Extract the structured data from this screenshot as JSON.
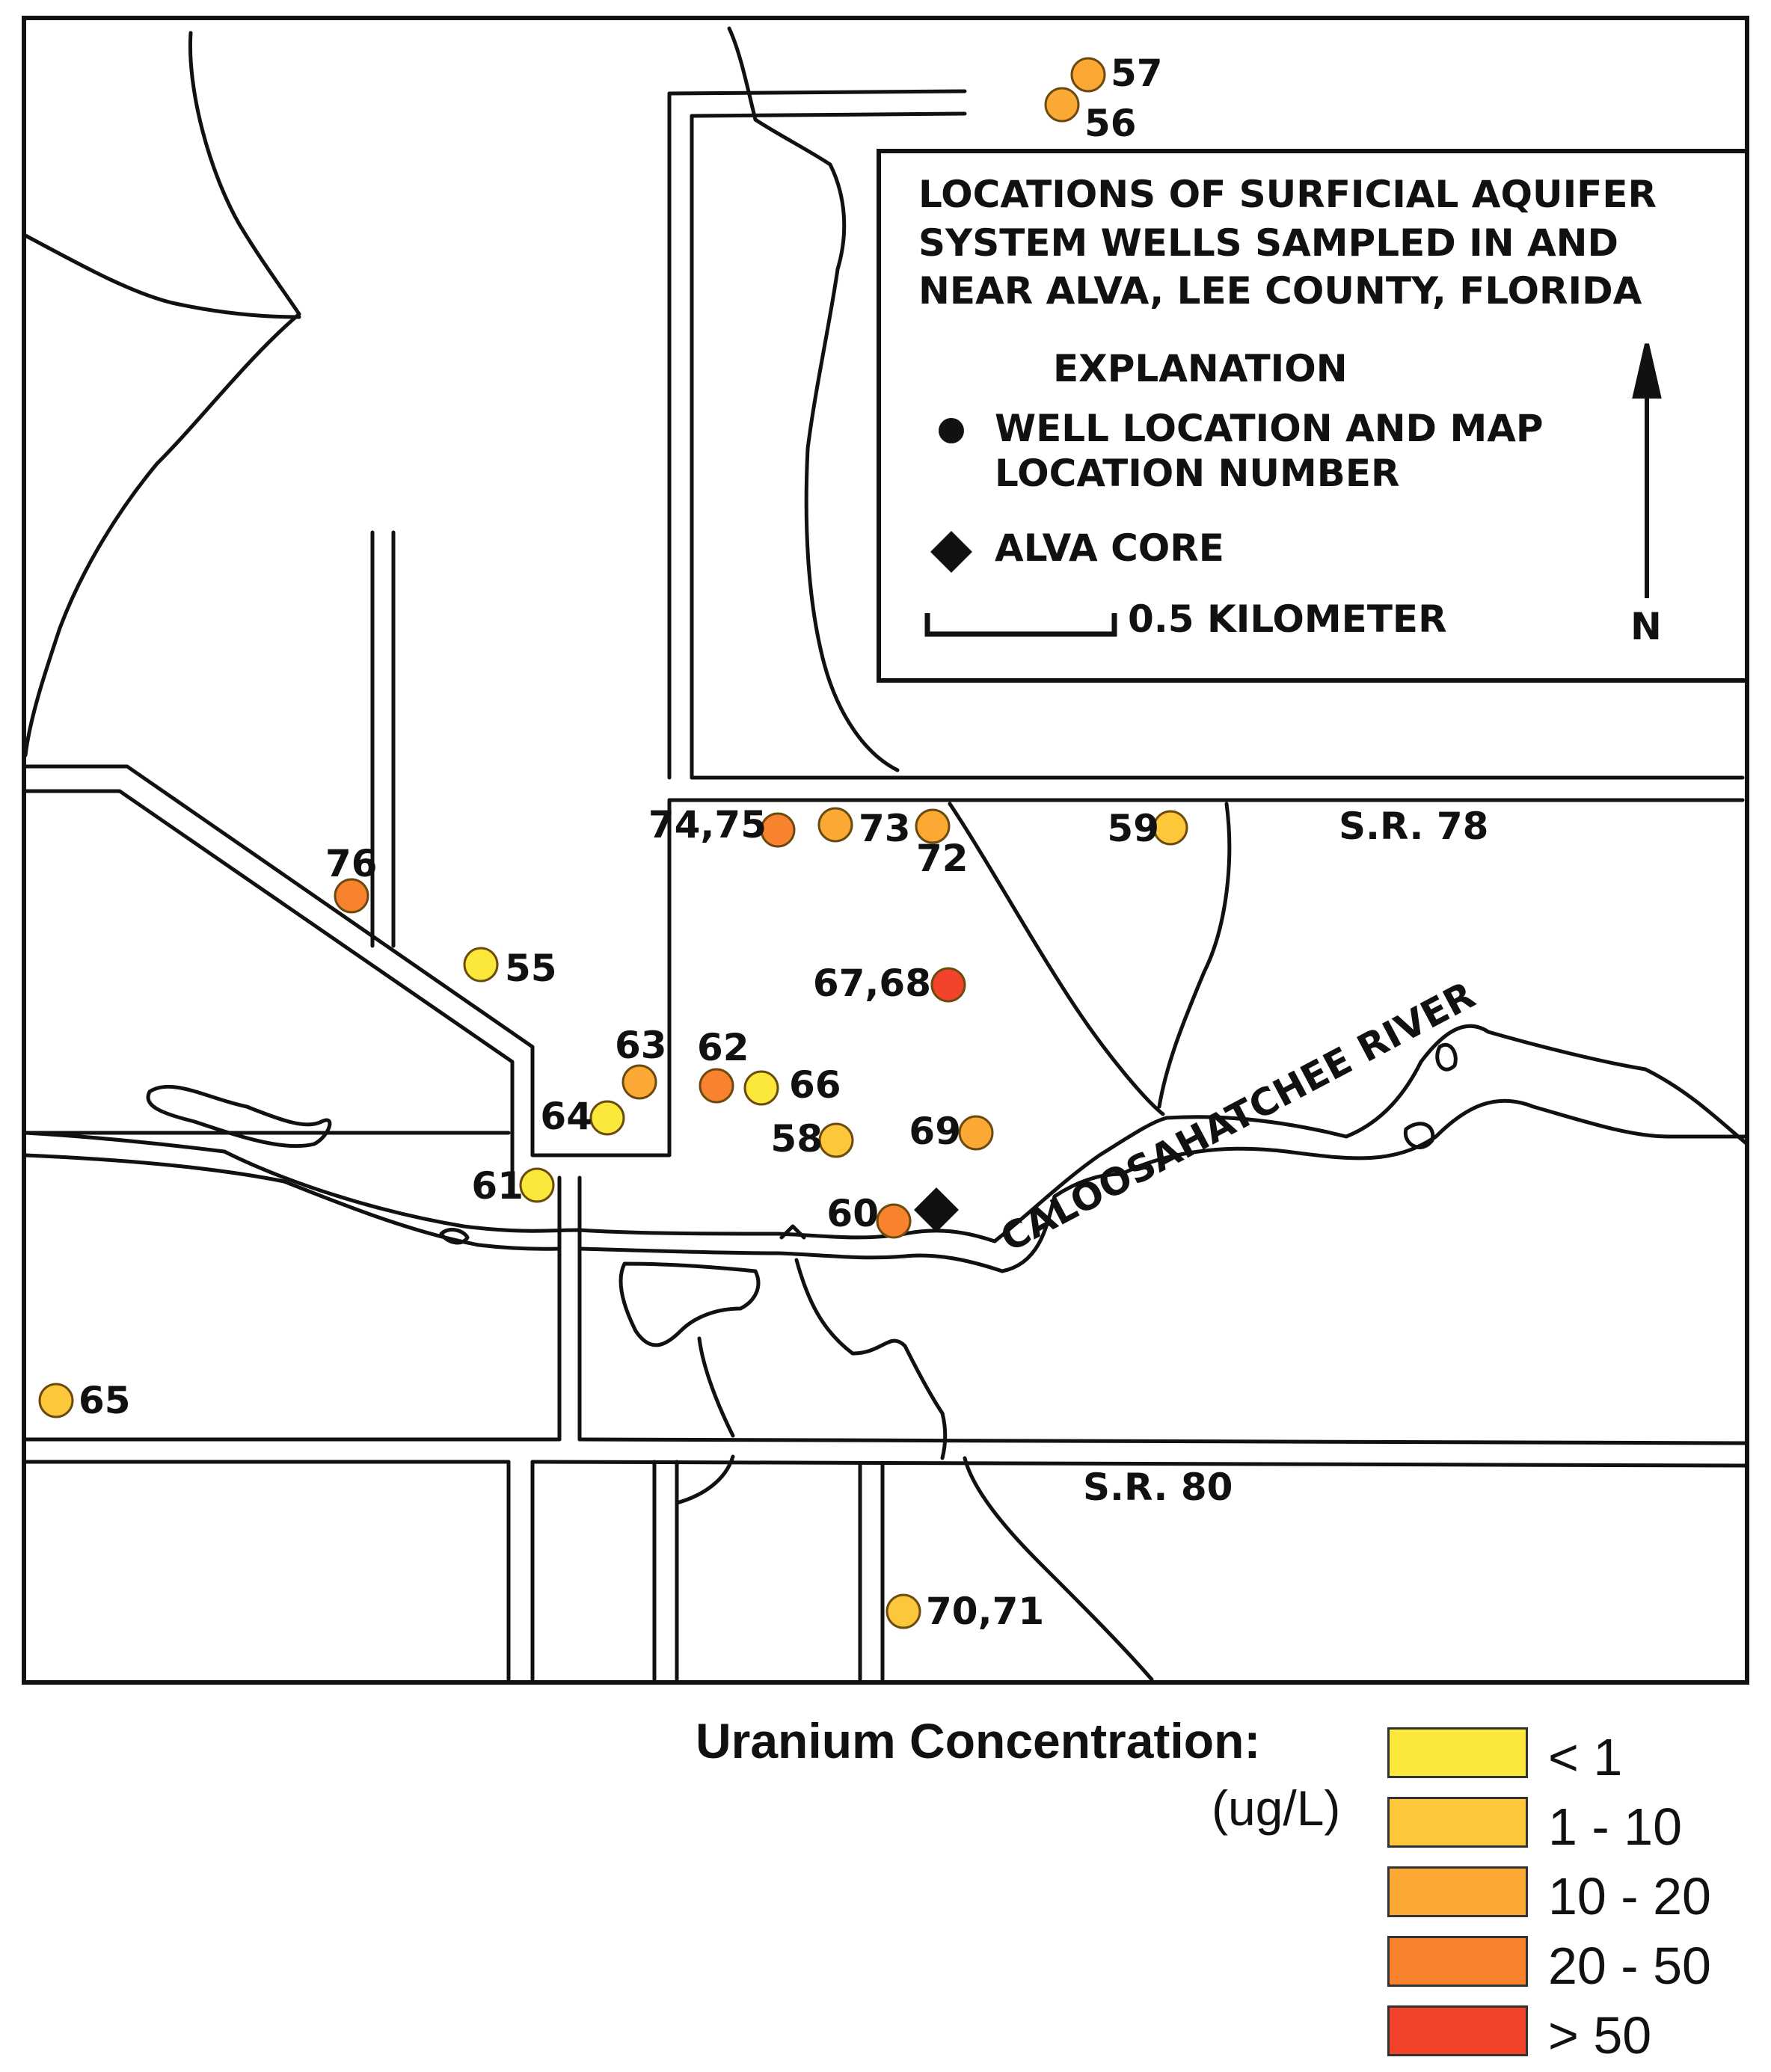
{
  "map": {
    "title_lines": [
      "LOCATIONS OF SURFICIAL AQUIFER",
      "SYSTEM WELLS SAMPLED IN AND",
      "NEAR ALVA, LEE COUNTY, FLORIDA"
    ],
    "explanation_heading": "EXPLANATION",
    "well_legend_lines": [
      "WELL LOCATION AND MAP",
      "LOCATION NUMBER"
    ],
    "core_legend": "ALVA CORE",
    "scale_label": "0.5 KILOMETER",
    "north_label": "N",
    "road_labels": {
      "sr78": "S.R. 78",
      "sr80": "S.R. 80"
    },
    "river_label": "CALOOSAHATCHEE RIVER"
  },
  "wells": [
    {
      "id": "57",
      "label": "57",
      "class": "10-20"
    },
    {
      "id": "56",
      "label": "56",
      "class": "10-20"
    },
    {
      "id": "74,75",
      "label": "74,75",
      "class": "20-50"
    },
    {
      "id": "73",
      "label": "73",
      "class": "10-20"
    },
    {
      "id": "72",
      "label": "72",
      "class": "10-20"
    },
    {
      "id": "59",
      "label": "59",
      "class": "1-10"
    },
    {
      "id": "76",
      "label": "76",
      "class": "20-50"
    },
    {
      "id": "55",
      "label": "55",
      "class": "<1"
    },
    {
      "id": "67,68",
      "label": "67,68",
      "class": ">50"
    },
    {
      "id": "63",
      "label": "63",
      "class": "10-20"
    },
    {
      "id": "62",
      "label": "62",
      "class": "20-50"
    },
    {
      "id": "66",
      "label": "66",
      "class": "<1"
    },
    {
      "id": "64",
      "label": "64",
      "class": "<1"
    },
    {
      "id": "58",
      "label": "58",
      "class": "1-10"
    },
    {
      "id": "69",
      "label": "69",
      "class": "10-20"
    },
    {
      "id": "61",
      "label": "61",
      "class": "<1"
    },
    {
      "id": "60",
      "label": "60",
      "class": "20-50"
    },
    {
      "id": "65",
      "label": "65",
      "class": "1-10"
    },
    {
      "id": "70,71",
      "label": "70,71",
      "class": "1-10"
    }
  ],
  "legend": {
    "title": "Uranium Concentration:",
    "units": "(ug/L)",
    "classes": [
      {
        "key": "<1",
        "label": "< 1",
        "color": "#fce83a"
      },
      {
        "key": "1-10",
        "label": "1 - 10",
        "color": "#fcc73a"
      },
      {
        "key": "10-20",
        "label": "10 - 20",
        "color": "#fba934"
      },
      {
        "key": "20-50",
        "label": "20 - 50",
        "color": "#f9822e"
      },
      {
        "key": ">50",
        "label": "> 50",
        "color": "#f4432b"
      }
    ]
  }
}
